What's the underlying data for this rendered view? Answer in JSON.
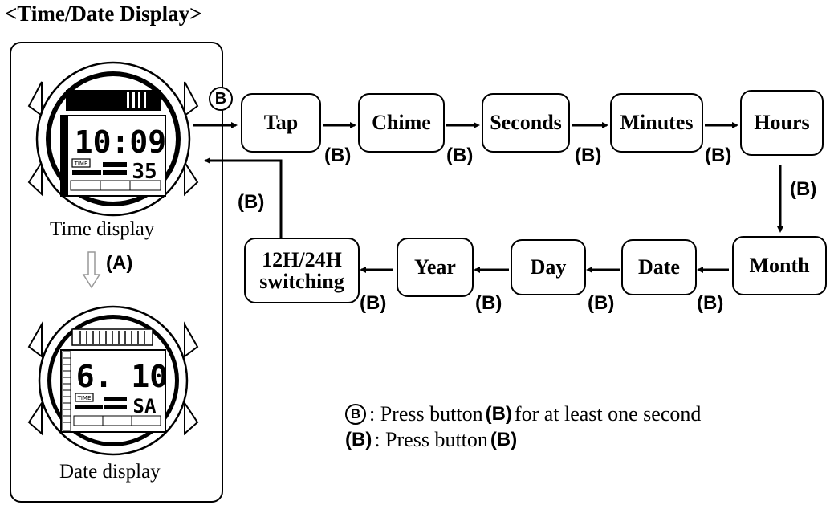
{
  "title": "<Time/Date Display>",
  "watch_time": {
    "caption": "Time display",
    "lcd_main": "10:09",
    "lcd_seconds": "35",
    "lcd_mode": "TIME"
  },
  "watch_date": {
    "caption": "Date display",
    "lcd_main": "6. 10",
    "lcd_weekday": "SA",
    "lcd_mode": "TIME"
  },
  "a_label": "(A)",
  "start_button": "B",
  "nodes": {
    "tap": "Tap",
    "chime": "Chime",
    "seconds": "Seconds",
    "minutes": "Minutes",
    "hours": "Hours",
    "month": "Month",
    "date": "Date",
    "day": "Day",
    "year": "Year",
    "switch_line1": "12H/24H",
    "switch_line2": "switching"
  },
  "step_label": "(B)",
  "legend": {
    "hold_symbol": "B",
    "hold_text_prefix": ": Press button",
    "hold_button": "(B)",
    "hold_text_suffix": "for at least one second",
    "press_symbol": "(B)",
    "press_text_prefix": ": Press button",
    "press_button": "(B)"
  }
}
